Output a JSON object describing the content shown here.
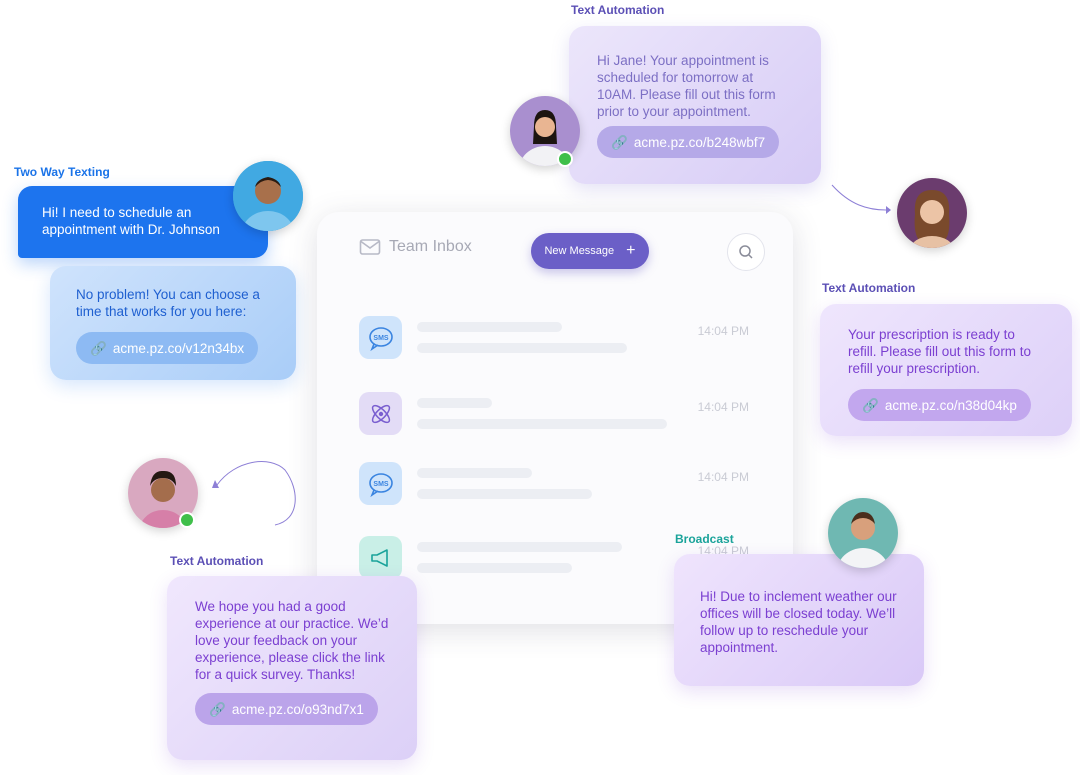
{
  "inbox": {
    "title": "Team Inbox",
    "new_message_label": "New Message",
    "rows": [
      {
        "icon": "sms-icon",
        "time": "14:04 PM",
        "bg": "#cfe4fb"
      },
      {
        "icon": "atom-icon",
        "time": "14:04 PM",
        "bg": "#e3dcf6"
      },
      {
        "icon": "sms-icon",
        "time": "14:04 PM",
        "bg": "#cfe4fb"
      },
      {
        "icon": "megaphone-icon",
        "time": "14:04 PM",
        "bg": "#c9efe7"
      }
    ]
  },
  "two_way": {
    "label": "Two Way Texting",
    "incoming": "Hi! I need to schedule an appointment with Dr. Johnson",
    "reply": "No problem! You can choose a time that works for you here:",
    "link": "acme.pz.co/v12n34bx"
  },
  "automation_top": {
    "label": "Text Automation",
    "text": "Hi Jane! Your appointment is scheduled for tomorrow at 10AM. Please fill out this form prior to your appointment.",
    "link": "acme.pz.co/b248wbf7"
  },
  "automation_right": {
    "label": "Text Automation",
    "text": "Your prescription is ready to refill. Please fill out this form to refill your prescription.",
    "link": "acme.pz.co/n38d04kp"
  },
  "automation_bottom": {
    "label": "Text Automation",
    "text": "We hope you had a good experience at our practice. We’d love your feedback on your experience, please click the link for a quick survey. Thanks!",
    "link": "acme.pz.co/o93nd7x1"
  },
  "broadcast": {
    "label": "Broadcast",
    "text": "Hi! Due to inclement weather our offices will be closed today. We’ll follow up to reschedule your appointment."
  },
  "colors": {
    "accent": "#6b5fc7",
    "blue": "#1a73e8",
    "purple_text": "#7b3fd1",
    "teal": "#1aa39a"
  }
}
